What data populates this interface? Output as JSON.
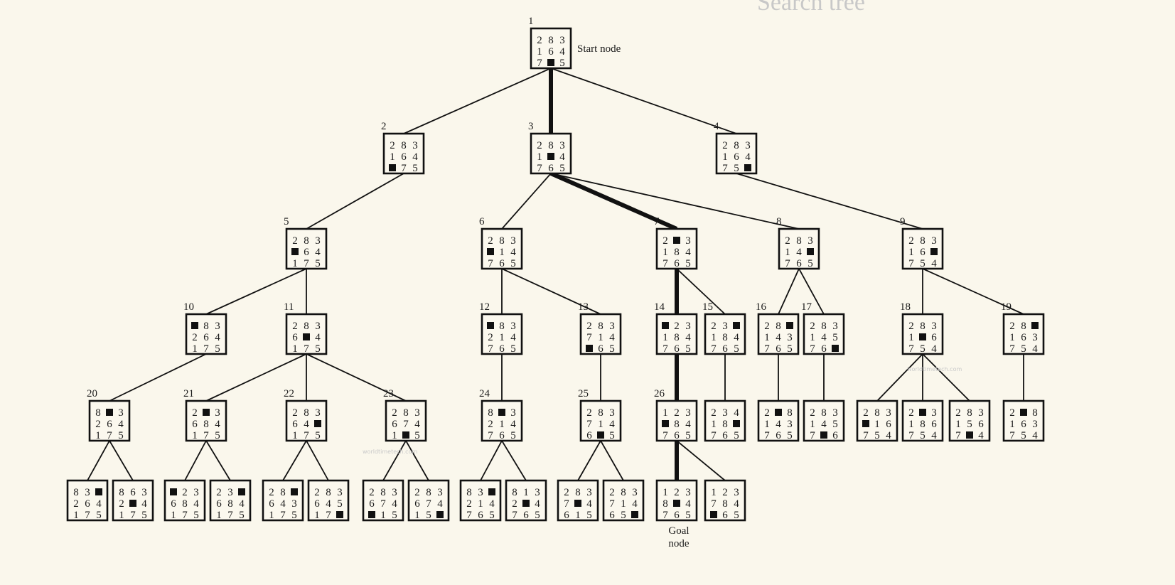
{
  "diagram": {
    "top_fragment": "Search tree",
    "start_label": "Start node",
    "goal_label_line1": "Goal",
    "goal_label_line2": "node",
    "watermarks": [
      "worldtimetech.com",
      "worldtimetech.com"
    ],
    "blank_symbol": "■",
    "nodes": [
      {
        "id": "1",
        "grid": [
          "283",
          "164",
          "7■5"
        ]
      },
      {
        "id": "2",
        "grid": [
          "283",
          "164",
          "■75"
        ]
      },
      {
        "id": "3",
        "grid": [
          "283",
          "1■4",
          "765"
        ]
      },
      {
        "id": "4",
        "grid": [
          "283",
          "164",
          "75■"
        ]
      },
      {
        "id": "5",
        "grid": [
          "283",
          "■64",
          "175"
        ]
      },
      {
        "id": "6",
        "grid": [
          "283",
          "■14",
          "765"
        ]
      },
      {
        "id": "7",
        "grid": [
          "2■3",
          "184",
          "765"
        ]
      },
      {
        "id": "8",
        "grid": [
          "283",
          "14■",
          "765"
        ]
      },
      {
        "id": "9",
        "grid": [
          "283",
          "16■",
          "754"
        ]
      },
      {
        "id": "10",
        "grid": [
          "■83",
          "264",
          "175"
        ]
      },
      {
        "id": "11",
        "grid": [
          "283",
          "6■4",
          "175"
        ]
      },
      {
        "id": "12",
        "grid": [
          "■83",
          "214",
          "765"
        ]
      },
      {
        "id": "13",
        "grid": [
          "283",
          "714",
          "■65"
        ]
      },
      {
        "id": "14",
        "grid": [
          "■23",
          "184",
          "765"
        ]
      },
      {
        "id": "15",
        "grid": [
          "23■",
          "184",
          "765"
        ]
      },
      {
        "id": "16",
        "grid": [
          "28■",
          "143",
          "765"
        ]
      },
      {
        "id": "17",
        "grid": [
          "283",
          "145",
          "76■"
        ]
      },
      {
        "id": "18",
        "grid": [
          "283",
          "1■6",
          "754"
        ]
      },
      {
        "id": "19",
        "grid": [
          "28■",
          "163",
          "754"
        ]
      },
      {
        "id": "20",
        "grid": [
          "8■3",
          "264",
          "175"
        ]
      },
      {
        "id": "21",
        "grid": [
          "2■3",
          "684",
          "175"
        ]
      },
      {
        "id": "22",
        "grid": [
          "283",
          "64■",
          "175"
        ]
      },
      {
        "id": "23",
        "grid": [
          "283",
          "674",
          "1■5"
        ]
      },
      {
        "id": "24",
        "grid": [
          "8■3",
          "214",
          "765"
        ]
      },
      {
        "id": "25",
        "grid": [
          "283",
          "714",
          "6■5"
        ]
      },
      {
        "id": "26",
        "grid": [
          "123",
          "■84",
          "765"
        ]
      },
      {
        "id": "",
        "grid": [
          "234",
          "18■",
          "765"
        ]
      },
      {
        "id": "",
        "grid": [
          "2■8",
          "143",
          "765"
        ]
      },
      {
        "id": "",
        "grid": [
          "283",
          "145",
          "7■6"
        ]
      },
      {
        "id": "",
        "grid": [
          "283",
          "■16",
          "754"
        ]
      },
      {
        "id": "",
        "grid": [
          "2■3",
          "186",
          "754"
        ]
      },
      {
        "id": "",
        "grid": [
          "283",
          "156",
          "7■4"
        ]
      },
      {
        "id": "",
        "grid": [
          "2■8",
          "163",
          "754"
        ]
      },
      {
        "id": "",
        "grid": [
          "83■",
          "264",
          "175"
        ]
      },
      {
        "id": "",
        "grid": [
          "863",
          "2■4",
          "175"
        ]
      },
      {
        "id": "",
        "grid": [
          "■23",
          "684",
          "175"
        ]
      },
      {
        "id": "",
        "grid": [
          "23■",
          "684",
          "175"
        ]
      },
      {
        "id": "",
        "grid": [
          "28■",
          "643",
          "175"
        ]
      },
      {
        "id": "",
        "grid": [
          "283",
          "645",
          "17■"
        ]
      },
      {
        "id": "",
        "grid": [
          "283",
          "674",
          "■15"
        ]
      },
      {
        "id": "",
        "grid": [
          "283",
          "674",
          "15■"
        ]
      },
      {
        "id": "",
        "grid": [
          "83■",
          "214",
          "765"
        ]
      },
      {
        "id": "",
        "grid": [
          "813",
          "2■4",
          "765"
        ]
      },
      {
        "id": "",
        "grid": [
          "283",
          "7■4",
          "615"
        ]
      },
      {
        "id": "",
        "grid": [
          "283",
          "714",
          "65■"
        ]
      },
      {
        "id": "",
        "grid": [
          "123",
          "8■4",
          "765"
        ]
      },
      {
        "id": "",
        "grid": [
          "123",
          "784",
          "■65"
        ]
      }
    ]
  }
}
